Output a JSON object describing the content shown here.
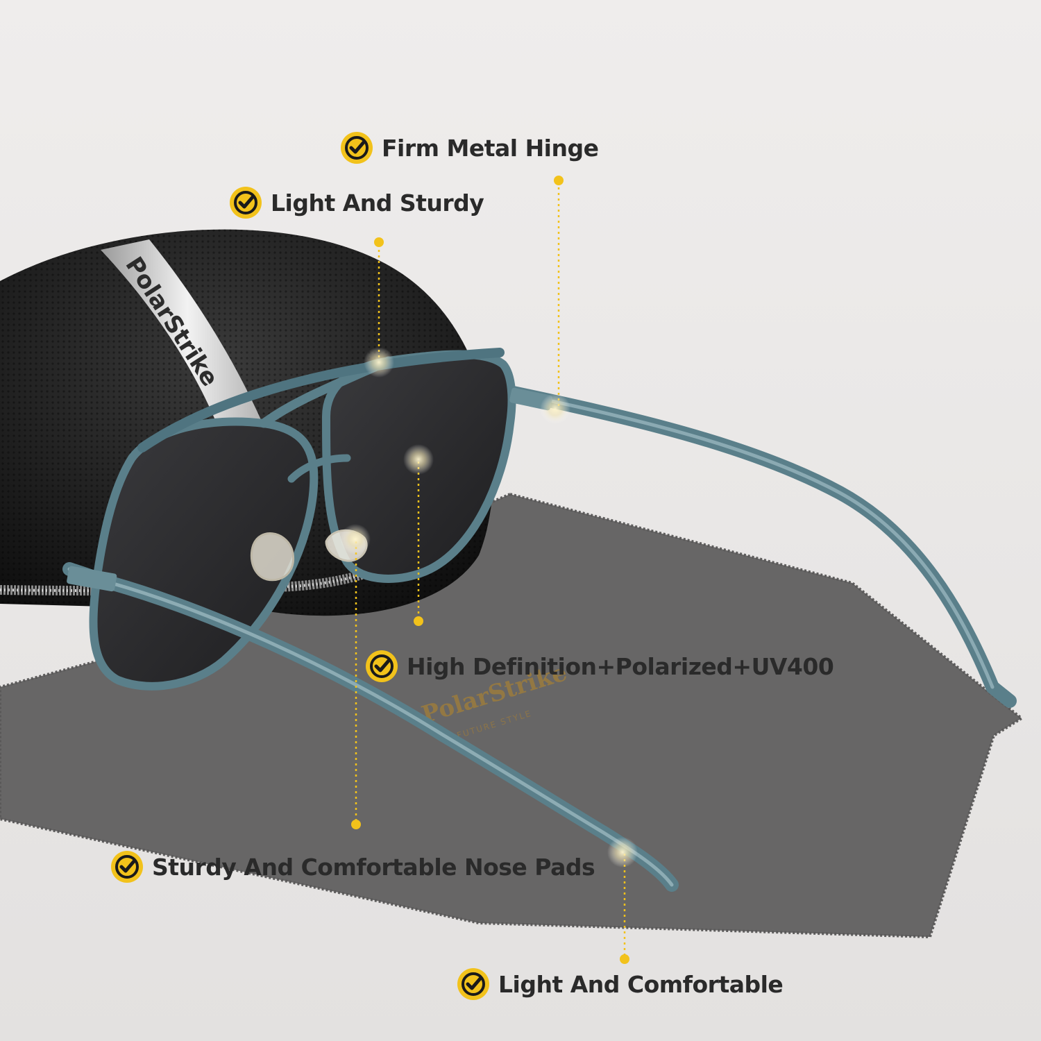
{
  "brand": {
    "case_logo": "PolarStrike",
    "cloth_logo": "PolarStrike",
    "cloth_sub": "FUTURE STYLE"
  },
  "callouts": [
    {
      "id": "hinge",
      "label": "Firm Metal Hinge"
    },
    {
      "id": "frame",
      "label": "Light And Sturdy"
    },
    {
      "id": "lens",
      "label": "High Definition+Polarized+UV400"
    },
    {
      "id": "nose",
      "label": "Sturdy And Comfortable Nose Pads"
    },
    {
      "id": "temple",
      "label": "Light And Comfortable"
    }
  ],
  "colors": {
    "accent": "#f2c21b",
    "frame": "#5a7f8a",
    "lens": "#2b2b2d",
    "cloth": "#6d6c6c",
    "case": "#1c1c1c",
    "background": "#e9e7e6",
    "text": "#2a2a2a"
  },
  "icons": {
    "callout_badge": "check-circle-icon"
  }
}
